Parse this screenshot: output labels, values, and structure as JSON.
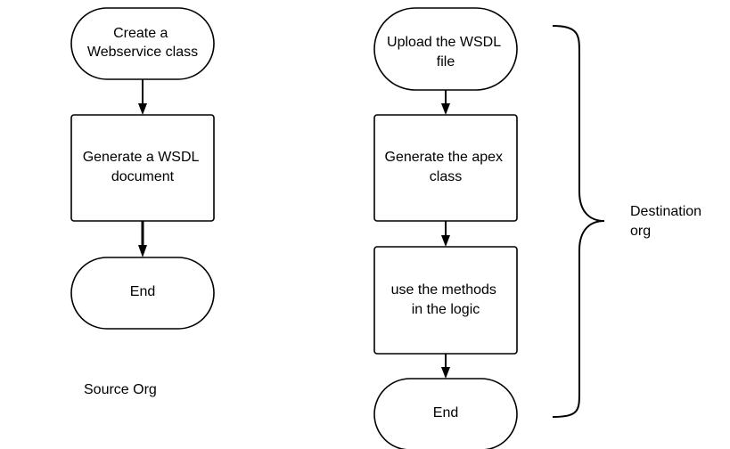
{
  "source_flow": {
    "label": "Source Org",
    "nodes": [
      {
        "id": "s1",
        "shape": "terminal",
        "lines": [
          "Create a",
          "Webservice class"
        ]
      },
      {
        "id": "s2",
        "shape": "process",
        "lines": [
          "Generate a WSDL",
          "document"
        ]
      },
      {
        "id": "s3",
        "shape": "terminal",
        "lines": [
          "End"
        ]
      }
    ]
  },
  "destination_flow": {
    "label_lines": [
      "Destination",
      "org"
    ],
    "nodes": [
      {
        "id": "d1",
        "shape": "terminal",
        "lines": [
          "Upload the WSDL",
          "file"
        ]
      },
      {
        "id": "d2",
        "shape": "process",
        "lines": [
          "Generate the apex",
          "class"
        ]
      },
      {
        "id": "d3",
        "shape": "process",
        "lines": [
          "use the methods",
          "in the logic"
        ]
      },
      {
        "id": "d4",
        "shape": "terminal",
        "lines": [
          "End"
        ]
      }
    ]
  },
  "colors": {
    "stroke": "#000000",
    "fill": "#ffffff",
    "text": "#000000"
  }
}
